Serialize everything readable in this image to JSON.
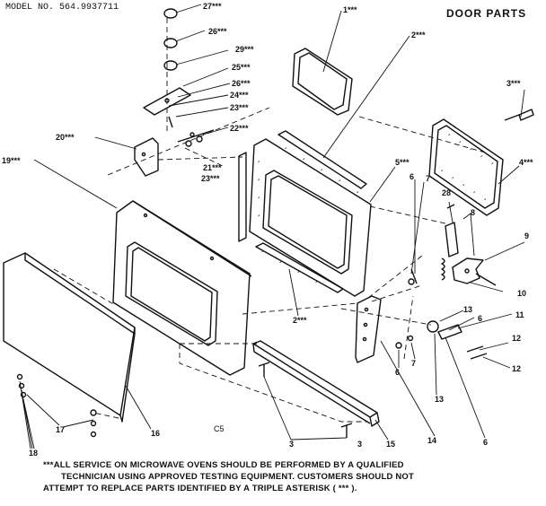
{
  "header": {
    "model": "MODEL NO. 564.9937711",
    "title": "DOOR PARTS"
  },
  "code": "C5",
  "note": {
    "line1": "***ALL SERVICE ON MICROWAVE OVENS SHOULD BE PERFORMED BY A QUALIFIED",
    "line2": "TECHNICIAN USING APPROVED TESTING EQUIPMENT. CUSTOMERS SHOULD NOT",
    "line3": "ATTEMPT TO REPLACE PARTS IDENTIFIED BY A TRIPLE ASTERISK ( *** )."
  },
  "labels": {
    "l27": "27***",
    "l26a": "26***",
    "l29": "29***",
    "l25": "25***",
    "l26b": "26***",
    "l24": "24***",
    "l23a": "23***",
    "l22": "22***",
    "l20": "20***",
    "l21": "21***",
    "l23b": "23***",
    "l19": "19***",
    "l1": "1***",
    "l2a": "2***",
    "l2b": "2***",
    "l3a": "3***",
    "l4": "4***",
    "l5": "5***",
    "l6a": "6",
    "l7a": "7",
    "l28": "28",
    "l8": "8",
    "l9": "9",
    "l10": "10",
    "l13a": "13",
    "l6b": "6",
    "l11": "11",
    "l12a": "12",
    "l12b": "12",
    "l6c": "6",
    "l7b": "7",
    "l13b": "13",
    "l14": "14",
    "l6d": "6",
    "l15": "15",
    "l3b": "3",
    "l3c": "3",
    "l16": "16",
    "l17": "17",
    "l18": "18"
  }
}
